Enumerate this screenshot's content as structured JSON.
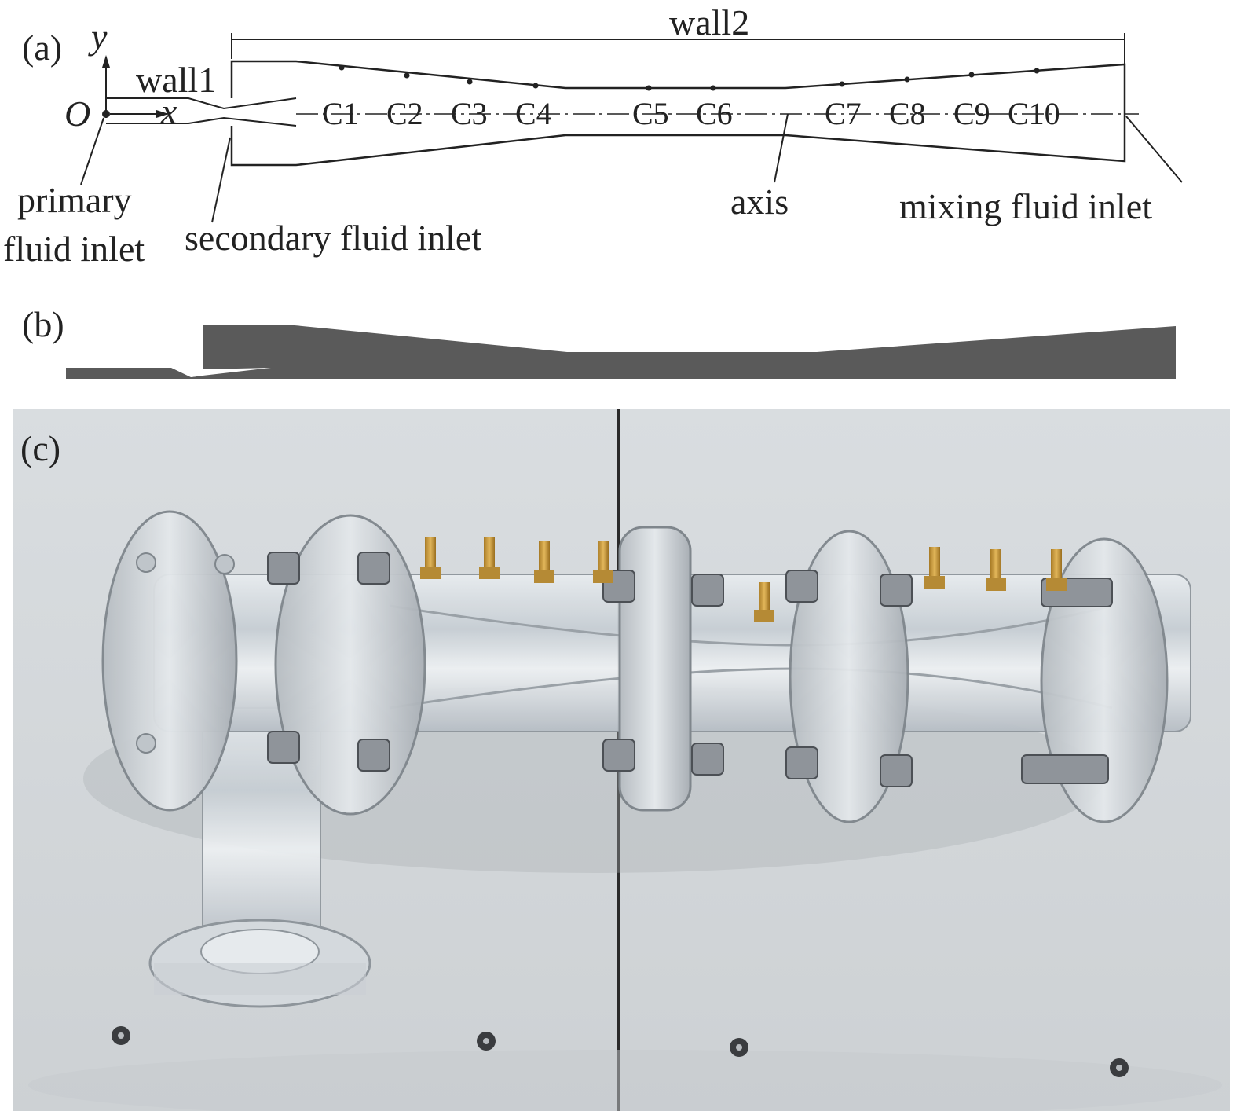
{
  "panel_a": {
    "tag": "(a)",
    "labels": {
      "wall1": "wall1",
      "wall2": "wall2",
      "origin": "O",
      "x_axis": "x",
      "y_axis": "y",
      "primary_line1": "primary",
      "primary_line2": "fluid inlet",
      "secondary": "secondary fluid inlet",
      "axis": "axis",
      "mixing": "mixing fluid inlet"
    },
    "measurement_points": [
      "C1",
      "C2",
      "C3",
      "C4",
      "C5",
      "C6",
      "C7",
      "C8",
      "C9",
      "C10"
    ]
  },
  "panel_b": {
    "tag": "(b)"
  },
  "panel_c": {
    "tag": "(c)"
  },
  "colors": {
    "line": "#222222",
    "mesh_fill": "#5a5a5a",
    "board_light": "#dcdfe2",
    "board_shadow": "#b9bdc2",
    "acrylic": "#cfd6dc",
    "brass": "#c99a3a",
    "steel": "#8f949a"
  }
}
